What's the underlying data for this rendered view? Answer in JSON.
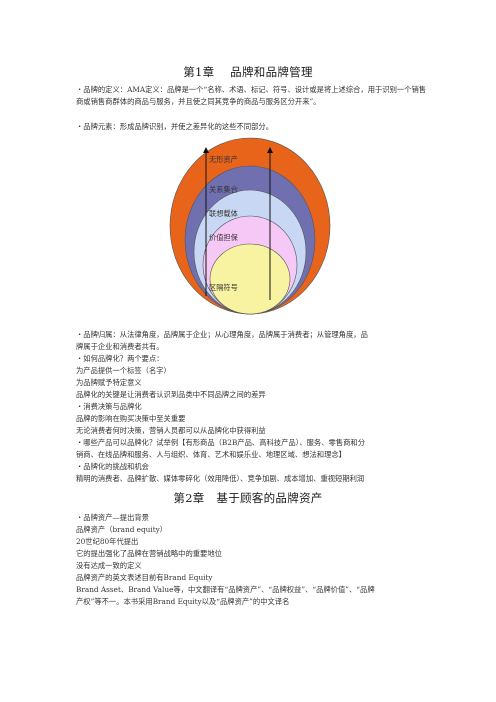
{
  "chapter1": {
    "title": "第1章　 品牌和品牌管理",
    "definition": "・品牌的定义：AMA定义：品牌是一个“名称、术语、标记、符号、设计或是将上述综合，用于识别一个销售商或销售商群体的商品与服务，并且使之同其竞争的商品与服务区分开来”。",
    "elements": "・品牌元素：形成品牌识别，并使之差异化的这些不同部分。",
    "diagram": {
      "labels": [
        "无形资产",
        "关系集合",
        "联想载体",
        "价值担保",
        "区隔符号"
      ]
    },
    "paragraphs": [
      "・品牌归属：从法律角度，品牌属于企业；从心理角度，品牌属于消费者；从管理角度，品",
      "牌属于企业和消费者共有。",
      "・如何品牌化？两个要点：",
      "为产品提供一个标签（名字）",
      "为品牌赋予特定意义",
      "品牌化的关键是让消费者认识到品类中不同品牌之间的差异",
      "・消费决策与品牌化",
      "品牌的影响在购买决策中至关重要",
      "无论消费者何时决策，营销人员都可以从品牌化中获得利益",
      "・哪些产品可以品牌化？试举例【有形商品（B2B产品、高科技产品）、服务、零售商和分",
      "销商、在线品牌和服务、人与组织、体育、艺术和娱乐业、地理区域、想法和理念】",
      "・品牌化的挑战和机会",
      "精明的消费者、品牌扩散、媒体零碎化（效用降低）、竞争加剧、成本增加、重视短期利润"
    ]
  },
  "chapter2": {
    "title": "第2章　基于顾客的品牌资产",
    "paragraphs": [
      "・品牌资产—提出背景",
      "品牌资产（brand equity）",
      "20世纪80年代提出",
      "它的提出强化了品牌在营销战略中的重要地位",
      "没有达成一致的定义",
      "品牌资产的英文表述目前有Brand Equity",
      "Brand Asset、Brand Value等，中文翻译有“品牌资产”、“品牌权益”、“品牌价值”、“品牌",
      "产权”等不一。本书采用Brand Equity以及“品牌资产”的中文译名"
    ]
  },
  "colors": {
    "ring1": "#e8641b",
    "ring2": "#7070b0",
    "ring3": "#c8d8f4",
    "ring4": "#f6c8f6",
    "ring5": "#f7f3a0",
    "arrow": "#111111"
  }
}
